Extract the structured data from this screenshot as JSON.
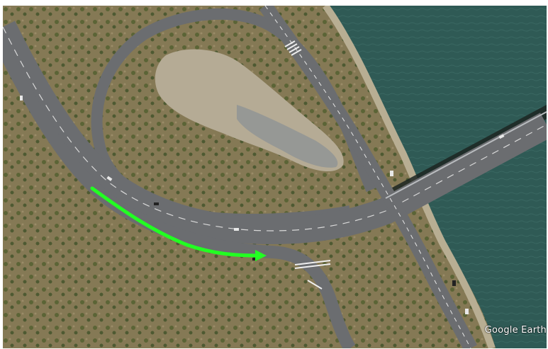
{
  "map": {
    "view": "satellite",
    "watermark": "Google Earth",
    "colors": {
      "land": "#8a7d5c",
      "vegetation": "#4f5a33",
      "water": "#2f5a55",
      "road": "#6b6d70",
      "road_marking": "#e6e6e6",
      "clearing": "#b7ad98",
      "route_arrow": "#22ff22"
    },
    "route_arrow": {
      "color": "#22ff22",
      "direction": "east"
    }
  }
}
